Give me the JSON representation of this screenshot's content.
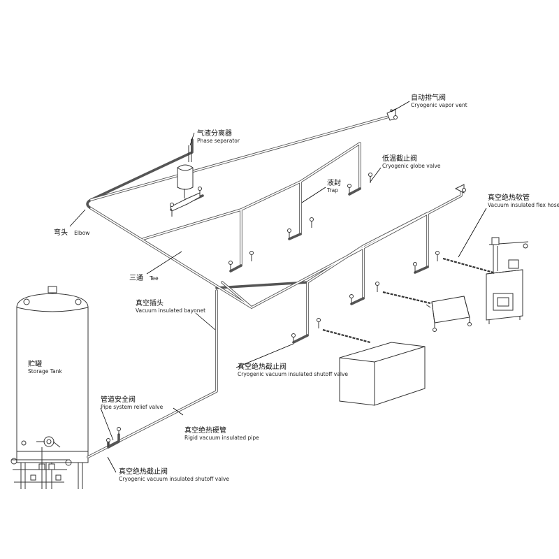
{
  "labels": {
    "vapor_vent": {
      "zh": "自动排气阀",
      "en": "Cryogenic vapor vent"
    },
    "phase_separator": {
      "zh": "气液分离器",
      "en": "Phase separator"
    },
    "globe_valve": {
      "zh": "低温截止阀",
      "en": "Cryogenic globe valve"
    },
    "trap": {
      "zh": "液封",
      "en": "Trap"
    },
    "flex_hose": {
      "zh": "真空绝热软管",
      "en": "Vacuum insulated flex hose"
    },
    "elbow": {
      "zh": "弯头",
      "en": "Elbow"
    },
    "tee": {
      "zh": "三通",
      "en": "Tee"
    },
    "bayonet": {
      "zh": "真空插头",
      "en": "Vacuum insulated bayonet"
    },
    "storage_tank": {
      "zh": "贮罐",
      "en": "Storage Tank"
    },
    "shutoff_valve_upper": {
      "zh": "真空绝热截止阀",
      "en": "Cryogenic vacuum insulated shutoff valve"
    },
    "relief_valve": {
      "zh": "管道安全阀",
      "en": "Pipe system relief valve"
    },
    "rigid_pipe": {
      "zh": "真空绝热硬管",
      "en": "Rigid vacuum insulated pipe"
    },
    "shutoff_valve_lower": {
      "zh": "真空绝热截止阀",
      "en": "Cryogenic vacuum insulated shutoff valve"
    }
  },
  "colors": {
    "line": "#333333",
    "pipe": "#555555",
    "background": "#ffffff"
  }
}
